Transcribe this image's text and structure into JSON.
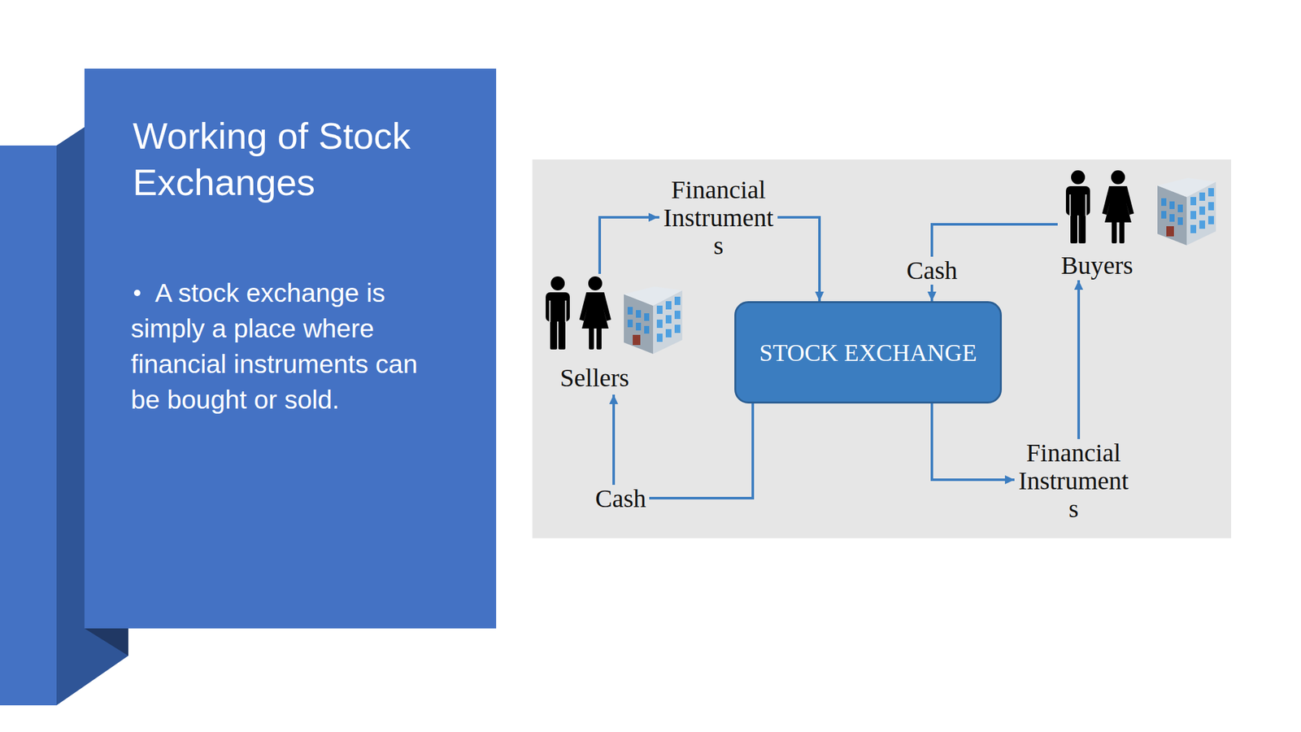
{
  "diagram": {
    "title": "Working of Stock Exchanges",
    "nodes": [
      {
        "text": [
          "Sellers"
        ]
      },
      {
        "text": [
          "STOCK EXCHANGE"
        ]
      },
      {
        "text": [
          "Buyers"
        ]
      }
    ],
    "edges": [
      {
        "from": 0,
        "to": 1,
        "label": "Financial Instrument s",
        "arrow": "to"
      },
      {
        "from": 2,
        "to": 1,
        "label": "Cash",
        "arrow": "to"
      },
      {
        "from": 1,
        "to": 2,
        "label": "Financial Instrument s",
        "arrow": "to"
      },
      {
        "from": 1,
        "to": 0,
        "label": "Cash",
        "arrow": "to"
      }
    ],
    "labels": [
      "A stock exchange is simply a place where financial instruments can be bought or sold."
    ]
  }
}
